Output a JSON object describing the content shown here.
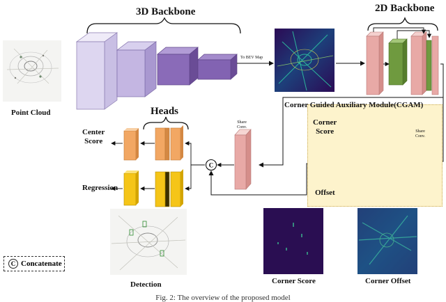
{
  "labels": {
    "backbone3d": "3D Backbone",
    "backbone2d": "2D Backbone",
    "to_bev": "To BEV Map",
    "point_cloud": "Point Cloud",
    "heads": "Heads",
    "center_score": "Center\nScore",
    "regression": "Regression",
    "share_conv": "Share\nConv.",
    "cgam_title": "Corner Guided Auxiliary Module(CGAM)",
    "corner_score_inner": "Corner\nScore",
    "share_conv_inner": "Share\nConv.",
    "offset": "Offset",
    "concat_symbol": "C",
    "concatenate": "Concatenate",
    "detection": "Detection",
    "corner_score": "Corner Score",
    "corner_offset": "Corner Offset"
  },
  "colors": {
    "purple_light": "#ddd6f0",
    "purple_mid": "#b6a6d9",
    "purple_dark": "#7d5fa8",
    "pink": "#e8a9a6",
    "green": "#6f9a3f",
    "orange": "#f2a763",
    "yellow": "#f5c518",
    "cgam_bg": "#fdf3cc",
    "bev_dark": "#2b0b55",
    "bev_teal": "#2ec4a0"
  },
  "caption": "Fig. 2: The overview of the proposed model"
}
